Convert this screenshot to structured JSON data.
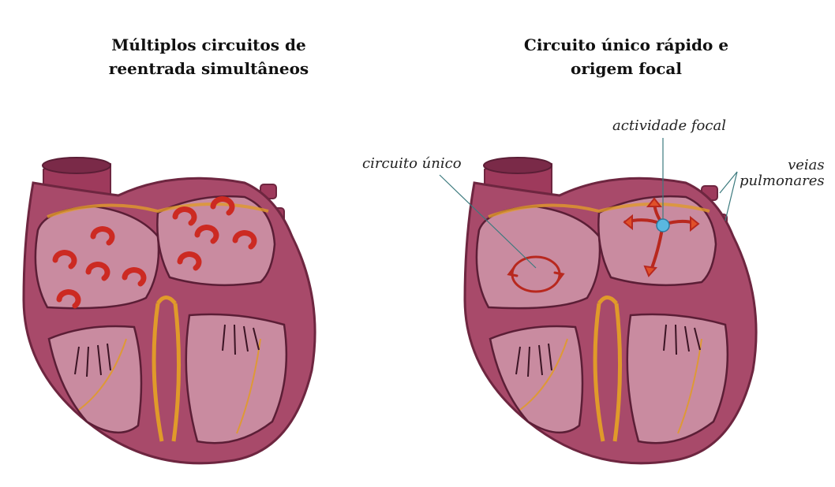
{
  "left_panel": {
    "title_line1": "Múltiplos circuitos de",
    "title_line2": "reentrada simultâneos"
  },
  "right_panel": {
    "title_line1": "Circuito único rápido e",
    "title_line2": "origem focal",
    "labels": {
      "single_circuit": "circuito único",
      "focal_activity": "actividade focal",
      "pulmonary_veins_line1": "veias",
      "pulmonary_veins_line2": "pulmonares"
    }
  },
  "colors": {
    "heart_muscle": "#a84a6a",
    "heart_inner": "#c98ba0",
    "conduction": "#e09a2a",
    "circuit_arrow": "#cc2a22",
    "focal_point": "#5ab8e0"
  }
}
